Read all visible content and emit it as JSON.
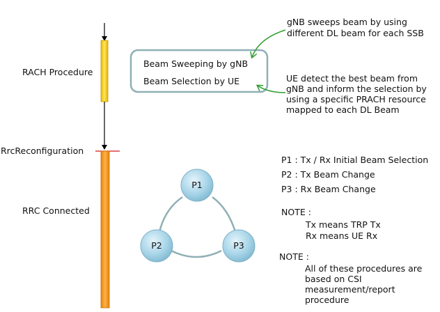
{
  "stages": {
    "rach": "RACH Procedure",
    "rrc_reconfig": "RrcReconfiguration",
    "rrc_connected": "RRC Connected"
  },
  "beam_box": {
    "line1": "Beam Sweeping by gNB",
    "line2": "Beam Selection by UE"
  },
  "notes": {
    "sweep": [
      "gNB sweeps beam by using",
      "different DL beam for each SSB"
    ],
    "selection": [
      "UE detect the best beam from",
      "gNB and inform the selection by",
      "using a specific PRACH resource",
      "mapped to each DL Beam"
    ]
  },
  "procedures": {
    "p1": "P1 : Tx / Rx Initial Beam Selection",
    "p2": "P2 : Tx Beam Change",
    "p3": "P3 : Rx Beam Change"
  },
  "note1": {
    "title": "NOTE :",
    "lines": [
      "Tx means TRP Tx",
      "Rx means UE Rx"
    ]
  },
  "note2": {
    "title": "NOTE :",
    "lines": [
      "All of these procedures are",
      "based on CSI",
      "measurement/report",
      "procedure"
    ]
  },
  "circles": {
    "p1": "P1",
    "p2": "P2",
    "p3": "P3"
  },
  "colors": {
    "rach_bar": "#F7D21A",
    "connected_bar": "#F79A1E",
    "marker_line": "#D81B1B",
    "green_arrow": "#2E9E2E",
    "box_border": "#8FAFB5",
    "circle_fill": "#A9D6E8"
  }
}
